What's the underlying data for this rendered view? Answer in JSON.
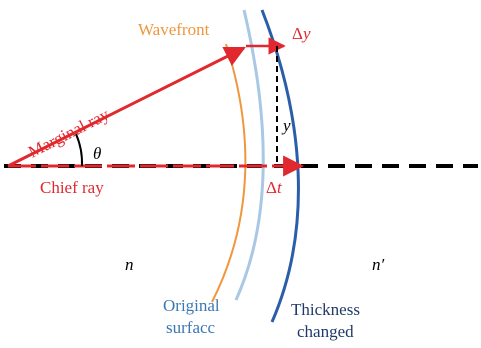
{
  "labels": {
    "wavefront": "Wavefront",
    "marginal_ray": "Marginal ray",
    "chief_ray": "Chief ray",
    "theta": "θ",
    "delta_y_delta": "Δ",
    "delta_y_var": "y",
    "y": "y",
    "delta_t_delta": "Δ",
    "delta_t_var": "t",
    "n": "n",
    "n_prime": "n′",
    "original_line1": "Original",
    "original_line2": "surfacc",
    "thickness_line1": "Thickness",
    "thickness_line2": "changed"
  },
  "colors": {
    "ray": "#e0282e",
    "wavefront": "#f0963c",
    "original_surface": "#a9c8e4",
    "changed_surface": "#2a5ea8",
    "original_text": "#3a78b4",
    "thickness_text": "#1f3a6a",
    "axis": "#000000",
    "text": "#000000"
  }
}
